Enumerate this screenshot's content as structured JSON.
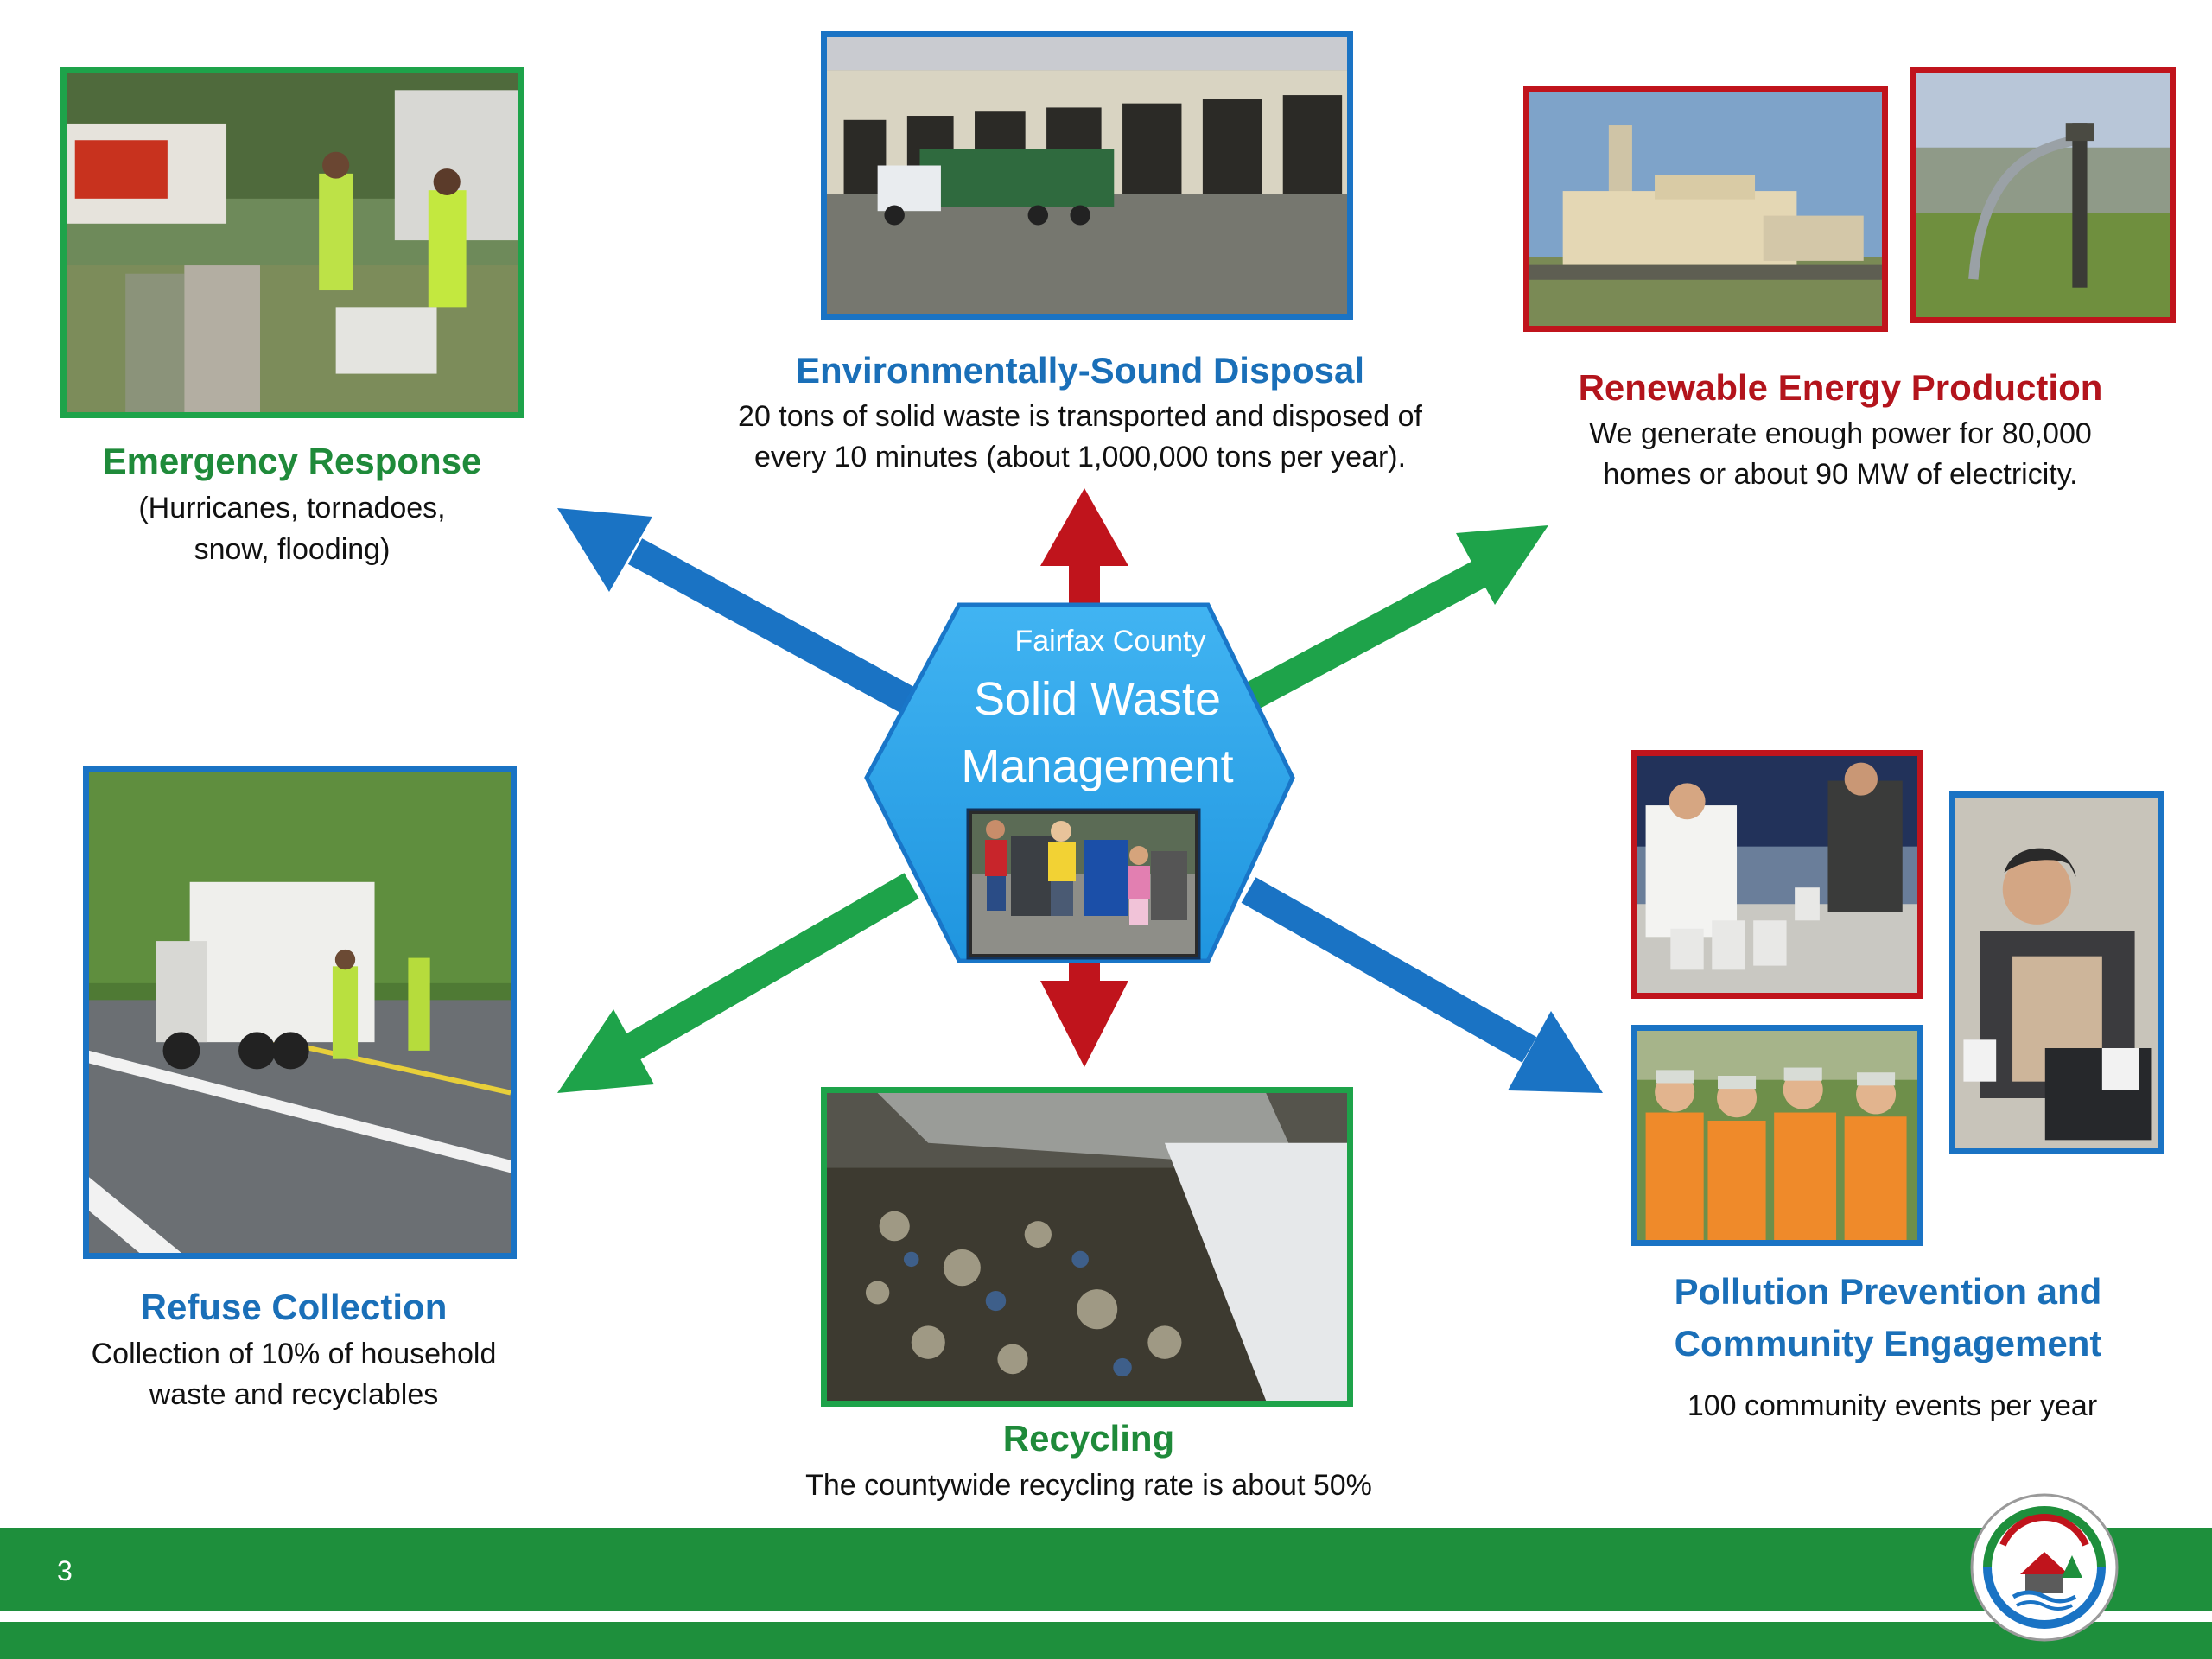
{
  "center": {
    "line1": "Fairfax County",
    "line2": "Solid Waste",
    "line3": "Management"
  },
  "emergency": {
    "title": "Emergency Response",
    "desc_line1": "(Hurricanes, tornadoes,",
    "desc_line2": "snow, flooding)"
  },
  "disposal": {
    "title": "Environmentally-Sound Disposal",
    "desc_line1": "20 tons of solid waste is transported and disposed of",
    "desc_line2": "every 10 minutes (about 1,000,000 tons per year)."
  },
  "energy": {
    "title": "Renewable Energy Production",
    "desc_line1": "We generate enough power for 80,000",
    "desc_line2": "homes or about 90 MW of  electricity."
  },
  "refuse": {
    "title": "Refuse Collection",
    "desc_line1": "Collection of 10% of household",
    "desc_line2": "waste and recyclables"
  },
  "recycling": {
    "title": "Recycling",
    "desc": "The countywide recycling rate is about 50%"
  },
  "pollution": {
    "title_line1": "Pollution Prevention and",
    "title_line2": "Community Engagement",
    "desc": "100 community events per year"
  },
  "footer": {
    "page_number": "3"
  },
  "colors": {
    "green": "#1ea34a",
    "blue": "#1a73c4",
    "red": "#c0141c",
    "hex_fill": "#2ea6ec",
    "footer": "#1e8f3c"
  }
}
